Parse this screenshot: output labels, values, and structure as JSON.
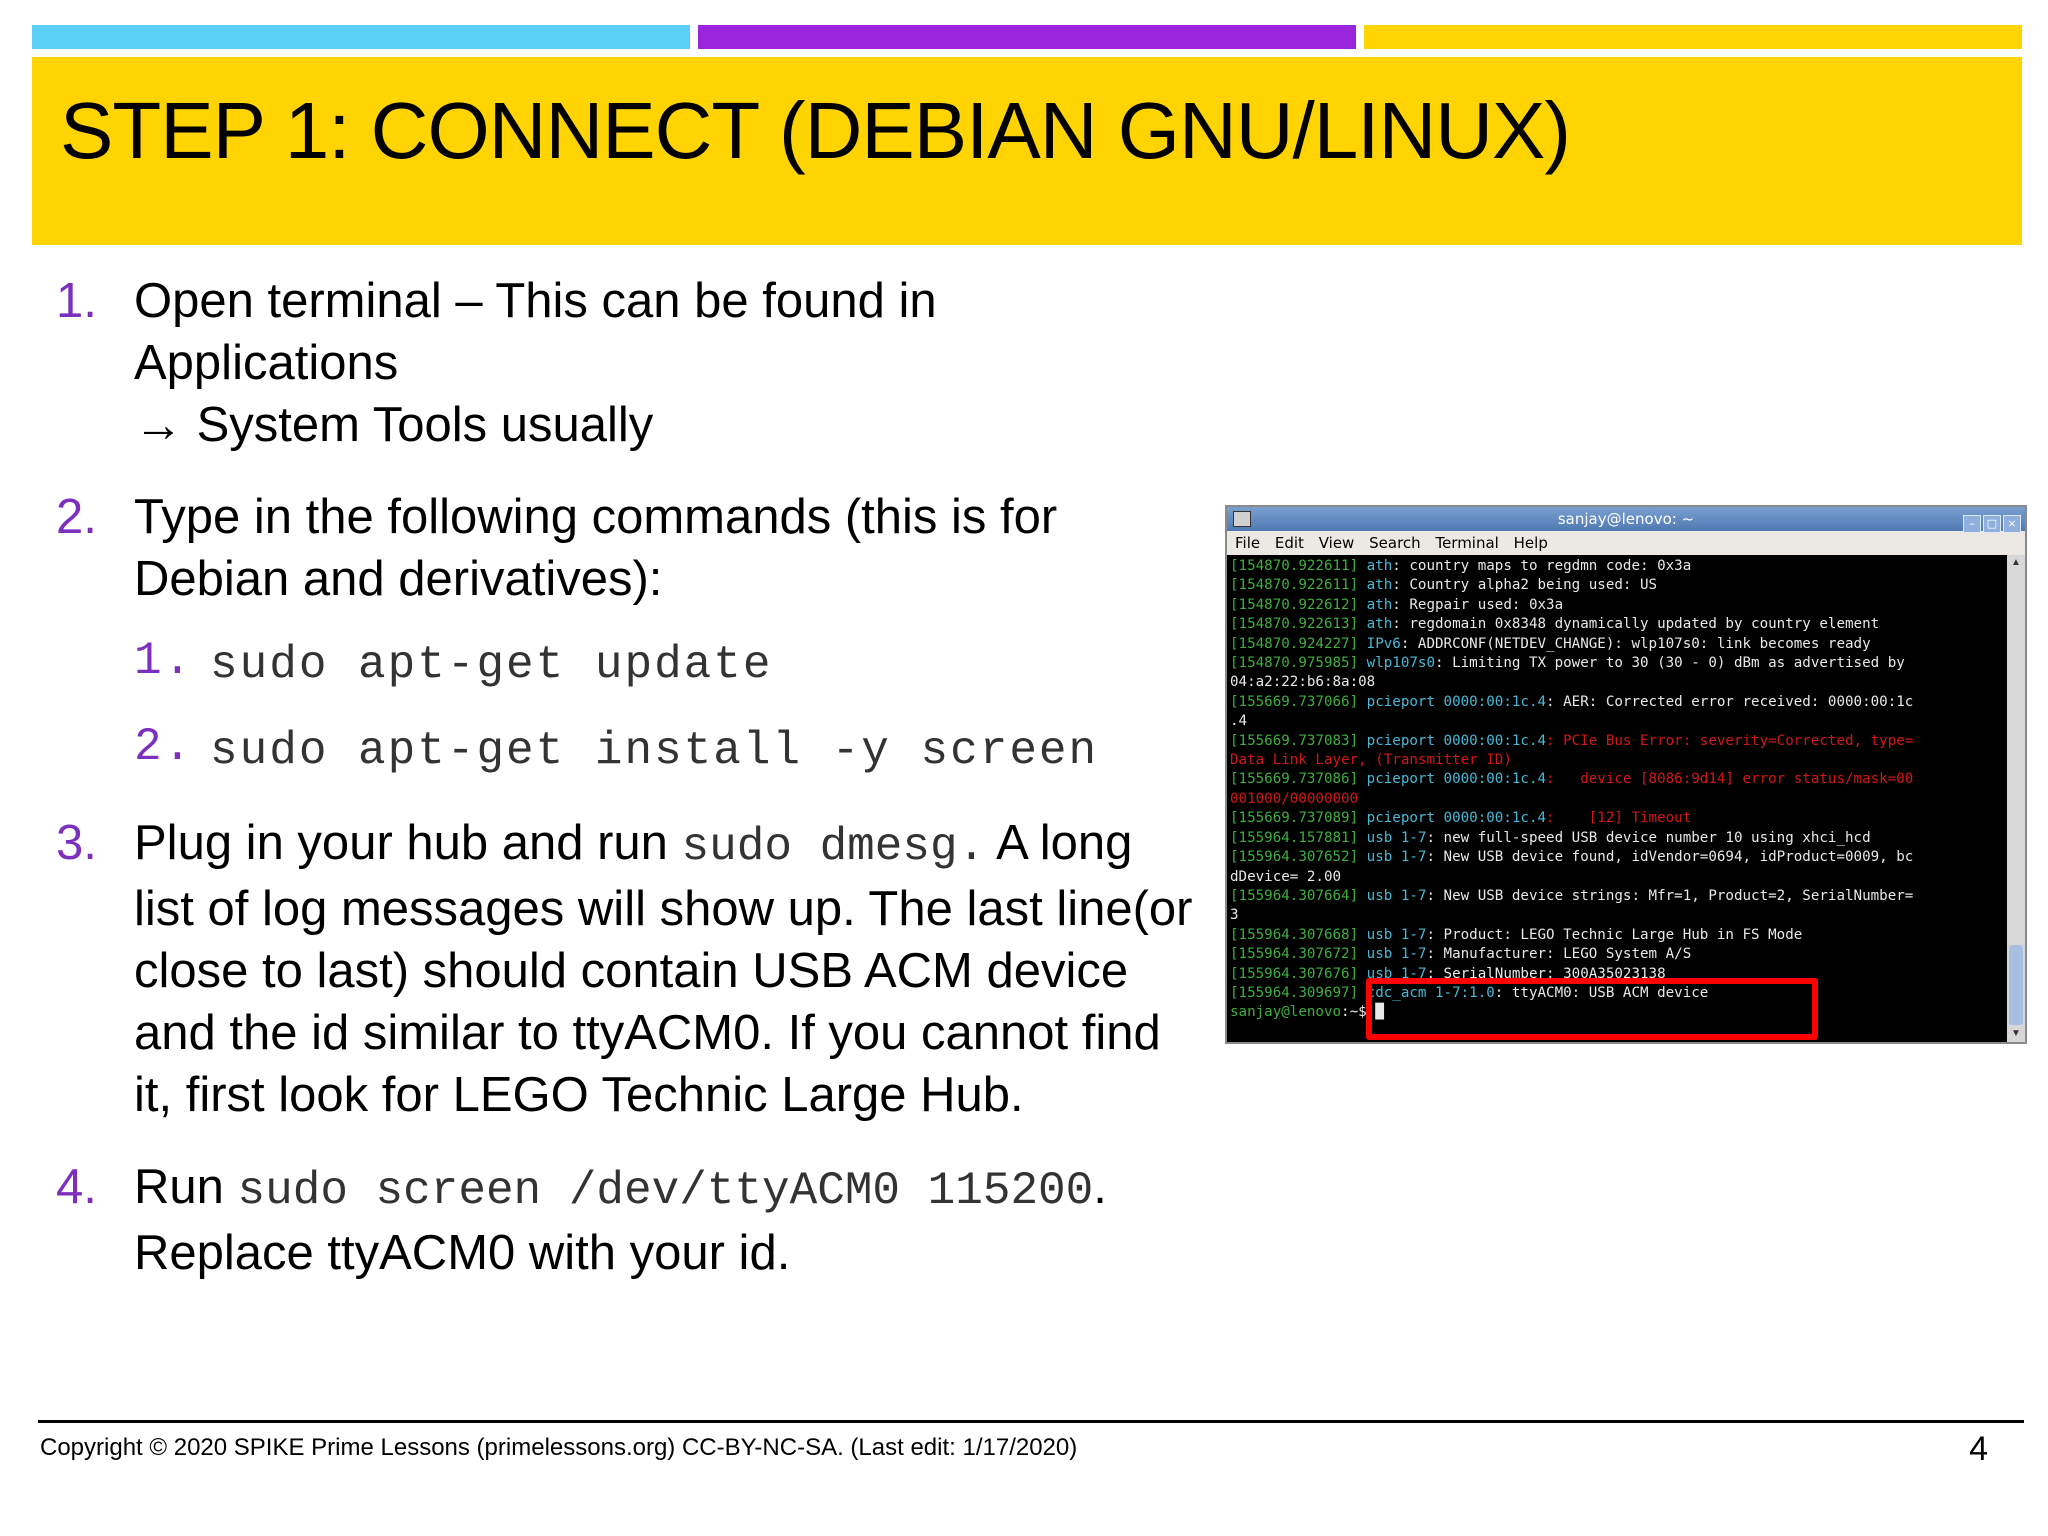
{
  "slide": {
    "title": "STEP 1: CONNECT (DEBIAN GNU/LINUX)",
    "colors": {
      "bar_1": "#5bcff5",
      "bar_2": "#9b25dc",
      "bar_3": "#ffd400",
      "title_band": "#ffd400",
      "number": "#7d2fbd"
    },
    "steps": {
      "s1": {
        "num": "1.",
        "text_a": "Open terminal – This can be found in Applications",
        "arrow": "→",
        "text_b": " System Tools usually"
      },
      "s2": {
        "num": "2.",
        "text": "Type in the following commands (this is for Debian and derivatives):",
        "cmd1_num": "1.",
        "cmd1": "sudo apt-get update",
        "cmd2_num": "2.",
        "cmd2": "sudo apt-get install -y screen"
      },
      "s3": {
        "num": "3.",
        "text_a": "Plug in your hub and run ",
        "code": "sudo dmesg.",
        "text_b": "  A long list of log messages will show up. The last line(or close to last) should contain USB ACM device and the id similar to ttyACM0. If you cannot find it, first look for LEGO Technic Large Hub."
      },
      "s4": {
        "num": "4.",
        "text_a": "Run ",
        "code": "sudo screen /dev/ttyACM0 115200",
        "text_b": ". Replace ttyACM0 with your id."
      }
    },
    "terminal": {
      "title": "sanjay@lenovo: ~",
      "menu": [
        "File",
        "Edit",
        "View",
        "Search",
        "Terminal",
        "Help"
      ],
      "lines": [
        {
          "ts": "[154870.922611]",
          "src": "ath",
          "msg": ": country maps to regdmn code: 0x3a"
        },
        {
          "ts": "[154870.922611]",
          "src": "ath",
          "msg": ": Country alpha2 being used: US"
        },
        {
          "ts": "[154870.922612]",
          "src": "ath",
          "msg": ": Regpair used: 0x3a"
        },
        {
          "ts": "[154870.922613]",
          "src": "ath",
          "msg": ": regdomain 0x8348 dynamically updated by country element"
        },
        {
          "ts": "[154870.924227]",
          "src": "IPv6",
          "msg": ": ADDRCONF(NETDEV_CHANGE): wlp107s0: link becomes ready"
        },
        {
          "ts": "[154870.975985]",
          "src": "wlp107s0",
          "msg": ": Limiting TX power to 30 (30 - 0) dBm as advertised by"
        },
        {
          "ts": "",
          "src": "",
          "msg": "04:a2:22:b6:8a:08"
        },
        {
          "ts": "[155669.737066]",
          "src": "pcieport 0000:00:1c.4",
          "msg": ": AER: Corrected error received: 0000:00:1c"
        },
        {
          "ts": "",
          "src": "",
          "msg": ".4"
        },
        {
          "ts": "[155669.737083]",
          "src": "pcieport 0000:00:1c.4",
          "msg": ": PCIe Bus Error: severity=Corrected, type=",
          "red": true
        },
        {
          "ts": "",
          "src": "",
          "msg": "Data Link Layer, (Transmitter ID)",
          "red": true
        },
        {
          "ts": "[155669.737086]",
          "src": "pcieport 0000:00:1c.4",
          "msg": ":   device [8086:9d14] error status/mask=00",
          "red": true
        },
        {
          "ts": "",
          "src": "",
          "msg": "001000/00000000",
          "red": true
        },
        {
          "ts": "[155669.737089]",
          "src": "pcieport 0000:00:1c.4",
          "msg": ":    [12] Timeout",
          "red": true
        },
        {
          "ts": "[155964.157881]",
          "src": "usb 1-7",
          "msg": ": new full-speed USB device number 10 using xhci_hcd"
        },
        {
          "ts": "[155964.307652]",
          "src": "usb 1-7",
          "msg": ": New USB device found, idVendor=0694, idProduct=0009, bc"
        },
        {
          "ts": "",
          "src": "",
          "msg": "dDevice= 2.00"
        },
        {
          "ts": "[155964.307664]",
          "src": "usb 1-7",
          "msg": ": New USB device strings: Mfr=1, Product=2, SerialNumber="
        },
        {
          "ts": "",
          "src": "",
          "msg": "3"
        },
        {
          "ts": "[155964.307668]",
          "src": "usb 1-7",
          "msg": ": Product: LEGO Technic Large Hub in FS Mode"
        },
        {
          "ts": "[155964.307672]",
          "src": "usb 1-7",
          "msg": ": Manufacturer: LEGO System A/S"
        },
        {
          "ts": "[155964.307676]",
          "src": "usb 1-7",
          "msg": ": SerialNumber: 300A35023138"
        },
        {
          "ts": "[155964.309697]",
          "src": "cdc_acm 1-7:1.0",
          "msg": ": ttyACM0: USB ACM device"
        },
        {
          "ts": "",
          "src": "sanjay@lenovo",
          "msg": ":~$ █"
        }
      ]
    },
    "footer": {
      "copyright": "Copyright © 2020 SPIKE Prime Lessons (primelessons.org) CC-BY-NC-SA.  (Last edit: 1/17/2020)",
      "page_number": "4"
    }
  }
}
